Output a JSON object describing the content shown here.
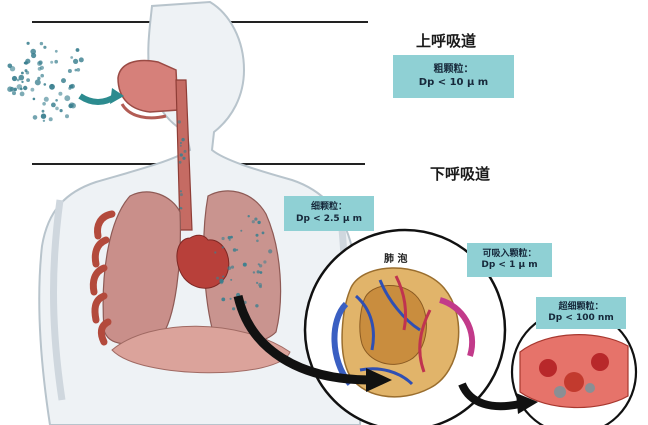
{
  "upper_airway": {
    "title": "上呼吸道",
    "box": {
      "name": "粗颗粒：",
      "size": "Dp < 10 μ m"
    }
  },
  "lower_airway": {
    "title": "下呼吸道"
  },
  "fine_box": {
    "name": "细颗粒：",
    "size": "Dp < 2.5 μ m"
  },
  "alveolus": {
    "label": "肺 泡"
  },
  "inhalable_box": {
    "name": "可吸入颗粒：",
    "size": "Dp < 1 μ m"
  },
  "ultrafine_box": {
    "name": "超细颗粒：",
    "size": "Dp < 100 nm"
  },
  "colors": {
    "label_box": "#8fd0d4",
    "lung": "#c98f8a",
    "ribs": "#b34a3c",
    "particles": "#3a7f8f",
    "body_outline": "#b8c4cc"
  }
}
